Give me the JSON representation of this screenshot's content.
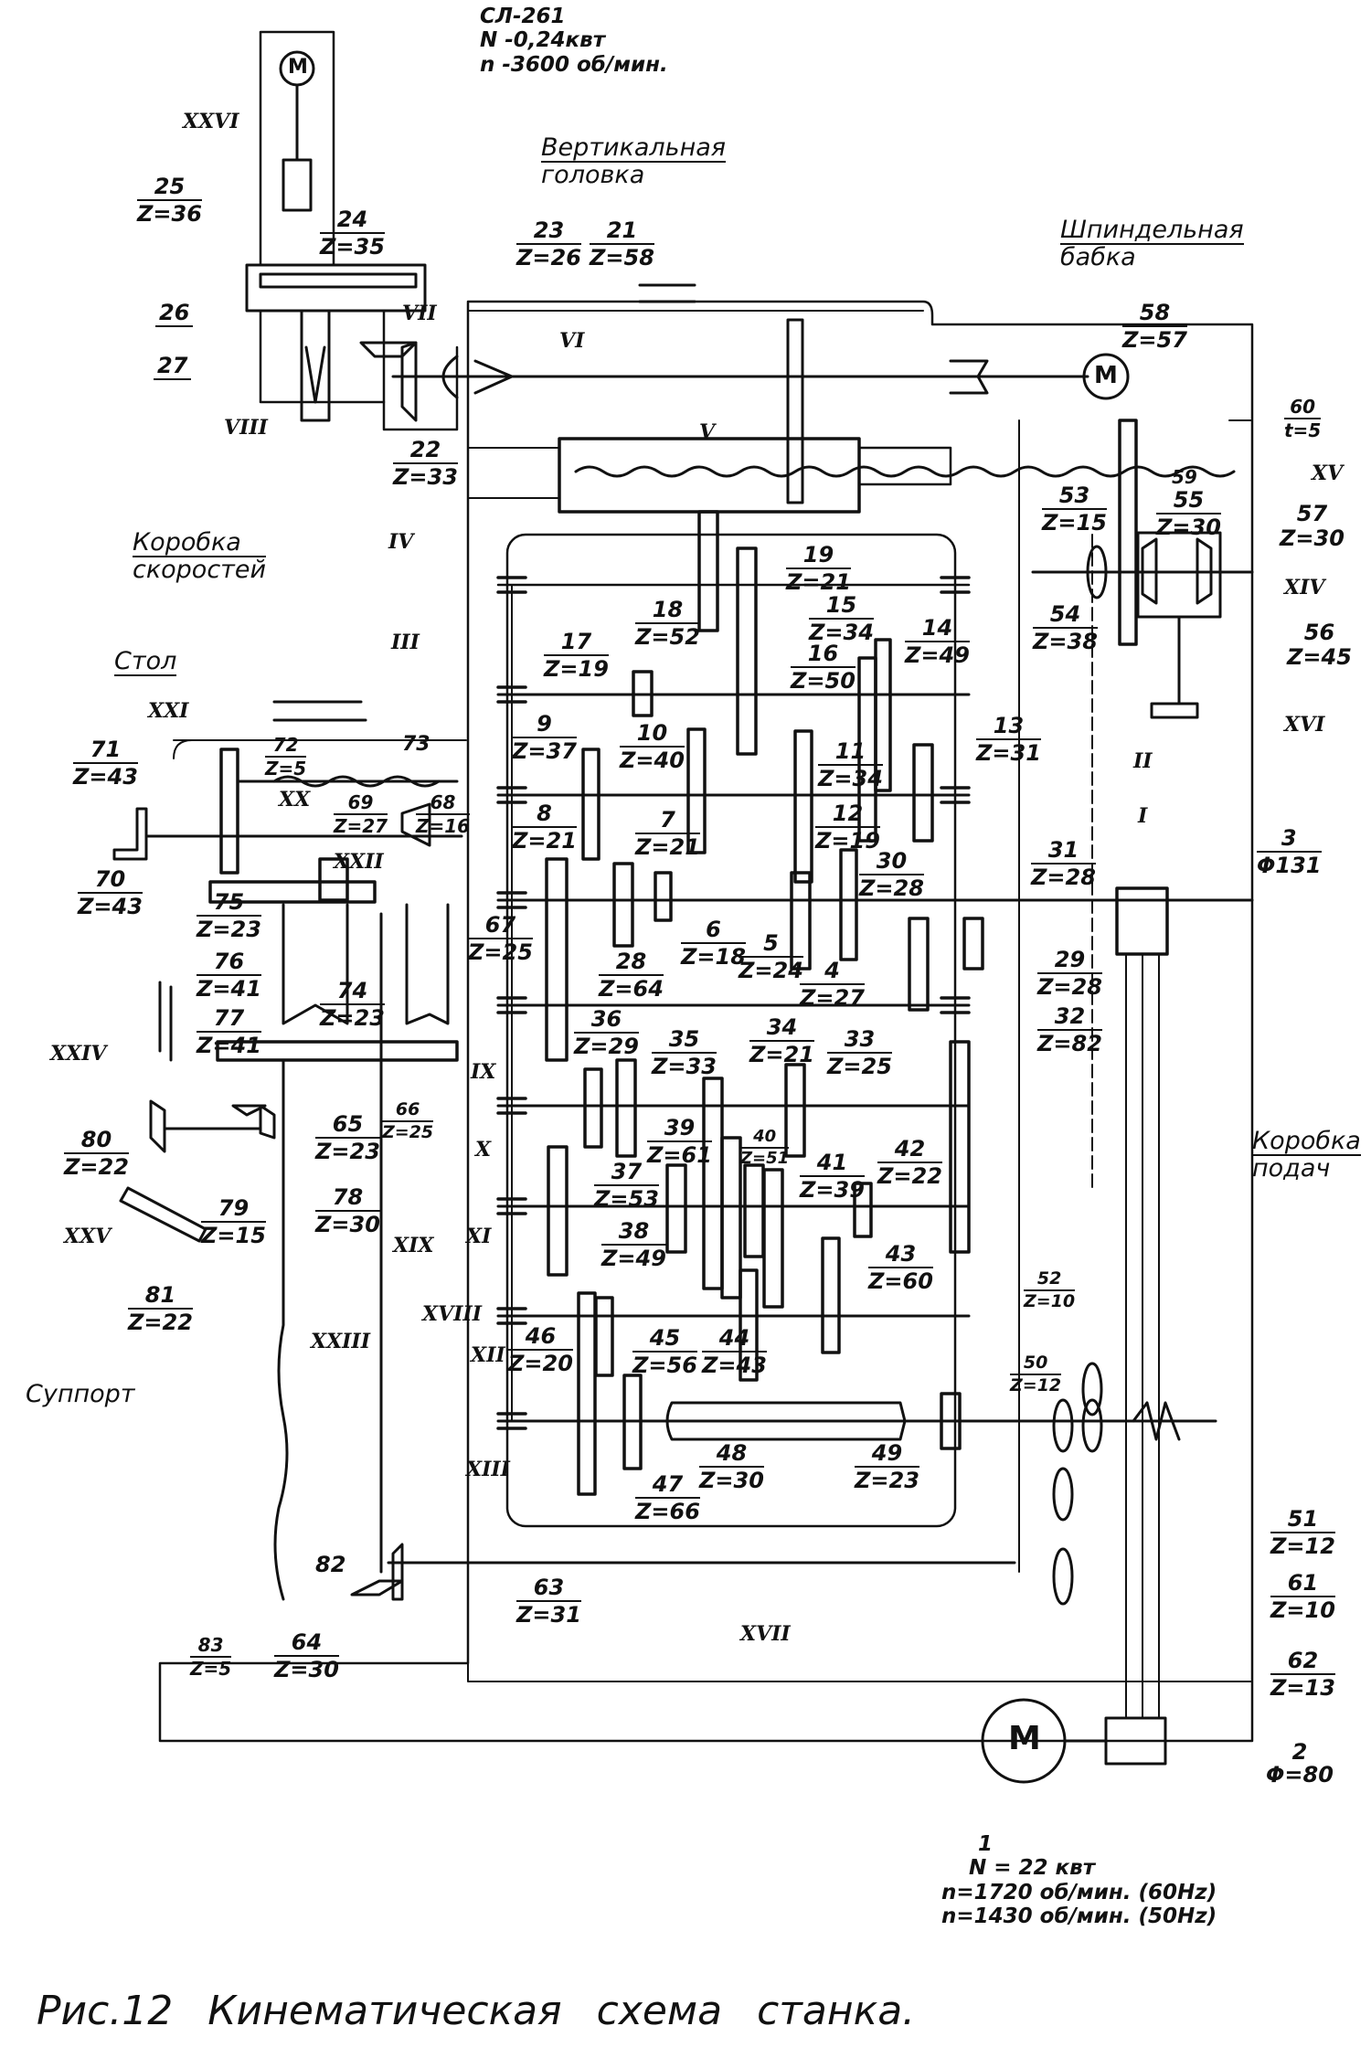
{
  "title": "Рис.12 Кинематическая схема станка.",
  "caption": {
    "figure": "Рис.12",
    "word1": "Кинематическая",
    "word2": "схема",
    "word3": "станка."
  },
  "units": {
    "vertical_head": {
      "line1": "Вертикальная",
      "line2": "головка"
    },
    "spindle_head": {
      "line1": "Шпиндельная",
      "line2": "бабка"
    },
    "speed_box": {
      "line1": "Коробка",
      "line2": "скоростей"
    },
    "table": {
      "line1": "Стол"
    },
    "feed_box": {
      "line1": "Коробка",
      "line2": "подач"
    },
    "carriage": {
      "line1": "Суппорт"
    }
  },
  "motors": {
    "aux_motor": {
      "symbol": "M",
      "model": "СЛ-261",
      "power": "N -0,24квт",
      "speed": "n -3600 об/мин."
    },
    "spindle_motor": {
      "symbol": "M"
    },
    "main_motor": {
      "symbol": "M",
      "id": "1",
      "power": "N = 22 квт",
      "speed_60": "n=1720 об/мин. (60Hz)",
      "speed_50": "n=1430 об/мин. (50Hz)"
    }
  },
  "pulleys": {
    "p2": {
      "num": "2",
      "spec": "Φ=80"
    },
    "p3": {
      "num": "3",
      "spec": "Φ131"
    }
  },
  "shafts": [
    "I",
    "II",
    "III",
    "IV",
    "V",
    "VI",
    "VII",
    "VIII",
    "IX",
    "X",
    "XI",
    "XII",
    "XIII",
    "XIV",
    "XV",
    "XVI",
    "XVII",
    "XVIII",
    "XIX",
    "XX",
    "XXI",
    "XXII",
    "XXIII",
    "XXIV",
    "XXV",
    "XXVI"
  ],
  "gears": [
    {
      "num": "4",
      "z": "Z=27"
    },
    {
      "num": "5",
      "z": "Z=24"
    },
    {
      "num": "6",
      "z": "Z=18"
    },
    {
      "num": "7",
      "z": "Z=21"
    },
    {
      "num": "8",
      "z": "Z=21"
    },
    {
      "num": "9",
      "z": "Z=37"
    },
    {
      "num": "10",
      "z": "Z=40"
    },
    {
      "num": "11",
      "z": "Z=34"
    },
    {
      "num": "12",
      "z": "Z=19"
    },
    {
      "num": "13",
      "z": "Z=31"
    },
    {
      "num": "14",
      "z": "Z=49"
    },
    {
      "num": "15",
      "z": "Z=34"
    },
    {
      "num": "16",
      "z": "Z=50"
    },
    {
      "num": "17",
      "z": "Z=19"
    },
    {
      "num": "18",
      "z": "Z=52"
    },
    {
      "num": "19",
      "z": "Z=21"
    },
    {
      "num": "21",
      "z": "Z=58"
    },
    {
      "num": "22",
      "z": "Z=33"
    },
    {
      "num": "23",
      "z": "Z=26"
    },
    {
      "num": "24",
      "z": "Z=35"
    },
    {
      "num": "25",
      "z": "Z=36"
    },
    {
      "num": "26",
      "z": ""
    },
    {
      "num": "27",
      "z": ""
    },
    {
      "num": "28",
      "z": "Z=64"
    },
    {
      "num": "29",
      "z": "Z=28"
    },
    {
      "num": "30",
      "z": "Z=28"
    },
    {
      "num": "31",
      "z": "Z=28"
    },
    {
      "num": "32",
      "z": "Z=82"
    },
    {
      "num": "33",
      "z": "Z=25"
    },
    {
      "num": "34",
      "z": "Z=21"
    },
    {
      "num": "35",
      "z": "Z=33"
    },
    {
      "num": "36",
      "z": "Z=29"
    },
    {
      "num": "37",
      "z": "Z=53"
    },
    {
      "num": "38",
      "z": "Z=49"
    },
    {
      "num": "39",
      "z": "Z=61"
    },
    {
      "num": "40",
      "z": "Z=51"
    },
    {
      "num": "41",
      "z": "Z=39"
    },
    {
      "num": "42",
      "z": "Z=22"
    },
    {
      "num": "43",
      "z": "Z=60"
    },
    {
      "num": "44",
      "z": "Z=43"
    },
    {
      "num": "45",
      "z": "Z=56"
    },
    {
      "num": "46",
      "z": "Z=20"
    },
    {
      "num": "47",
      "z": "Z=66"
    },
    {
      "num": "48",
      "z": "Z=30"
    },
    {
      "num": "49",
      "z": "Z=23"
    },
    {
      "num": "50",
      "z": "Z=12"
    },
    {
      "num": "51",
      "z": "Z=12"
    },
    {
      "num": "52",
      "z": "Z=10"
    },
    {
      "num": "53",
      "z": "Z=15"
    },
    {
      "num": "54",
      "z": "Z=38"
    },
    {
      "num": "55",
      "z": "Z=30"
    },
    {
      "num": "56",
      "z": "Z=45"
    },
    {
      "num": "57",
      "z": "Z=30"
    },
    {
      "num": "58",
      "z": "Z=57"
    },
    {
      "num": "59",
      "z": ""
    },
    {
      "num": "60",
      "z": "t=5"
    },
    {
      "num": "61",
      "z": "Z=10"
    },
    {
      "num": "62",
      "z": "Z=13"
    },
    {
      "num": "63",
      "z": "Z=31"
    },
    {
      "num": "64",
      "z": "Z=30"
    },
    {
      "num": "65",
      "z": "Z=23"
    },
    {
      "num": "66",
      "z": "Z=25"
    },
    {
      "num": "67",
      "z": "Z=25"
    },
    {
      "num": "68",
      "z": "Z=16"
    },
    {
      "num": "69",
      "z": "Z=27"
    },
    {
      "num": "70",
      "z": "Z=43"
    },
    {
      "num": "71",
      "z": "Z=43"
    },
    {
      "num": "72",
      "z": "Z=5"
    },
    {
      "num": "73",
      "z": ""
    },
    {
      "num": "74",
      "z": "Z=23"
    },
    {
      "num": "75",
      "z": "Z=23"
    },
    {
      "num": "76",
      "z": "Z=41"
    },
    {
      "num": "77",
      "z": "Z=41"
    },
    {
      "num": "78",
      "z": "Z=30"
    },
    {
      "num": "79",
      "z": "Z=15"
    },
    {
      "num": "80",
      "z": "Z=22"
    },
    {
      "num": "81",
      "z": "Z=22"
    },
    {
      "num": "82",
      "z": ""
    },
    {
      "num": "83",
      "z": "Z=5"
    }
  ],
  "colors": {
    "ink": "#111111",
    "paper": "#ffffff"
  }
}
